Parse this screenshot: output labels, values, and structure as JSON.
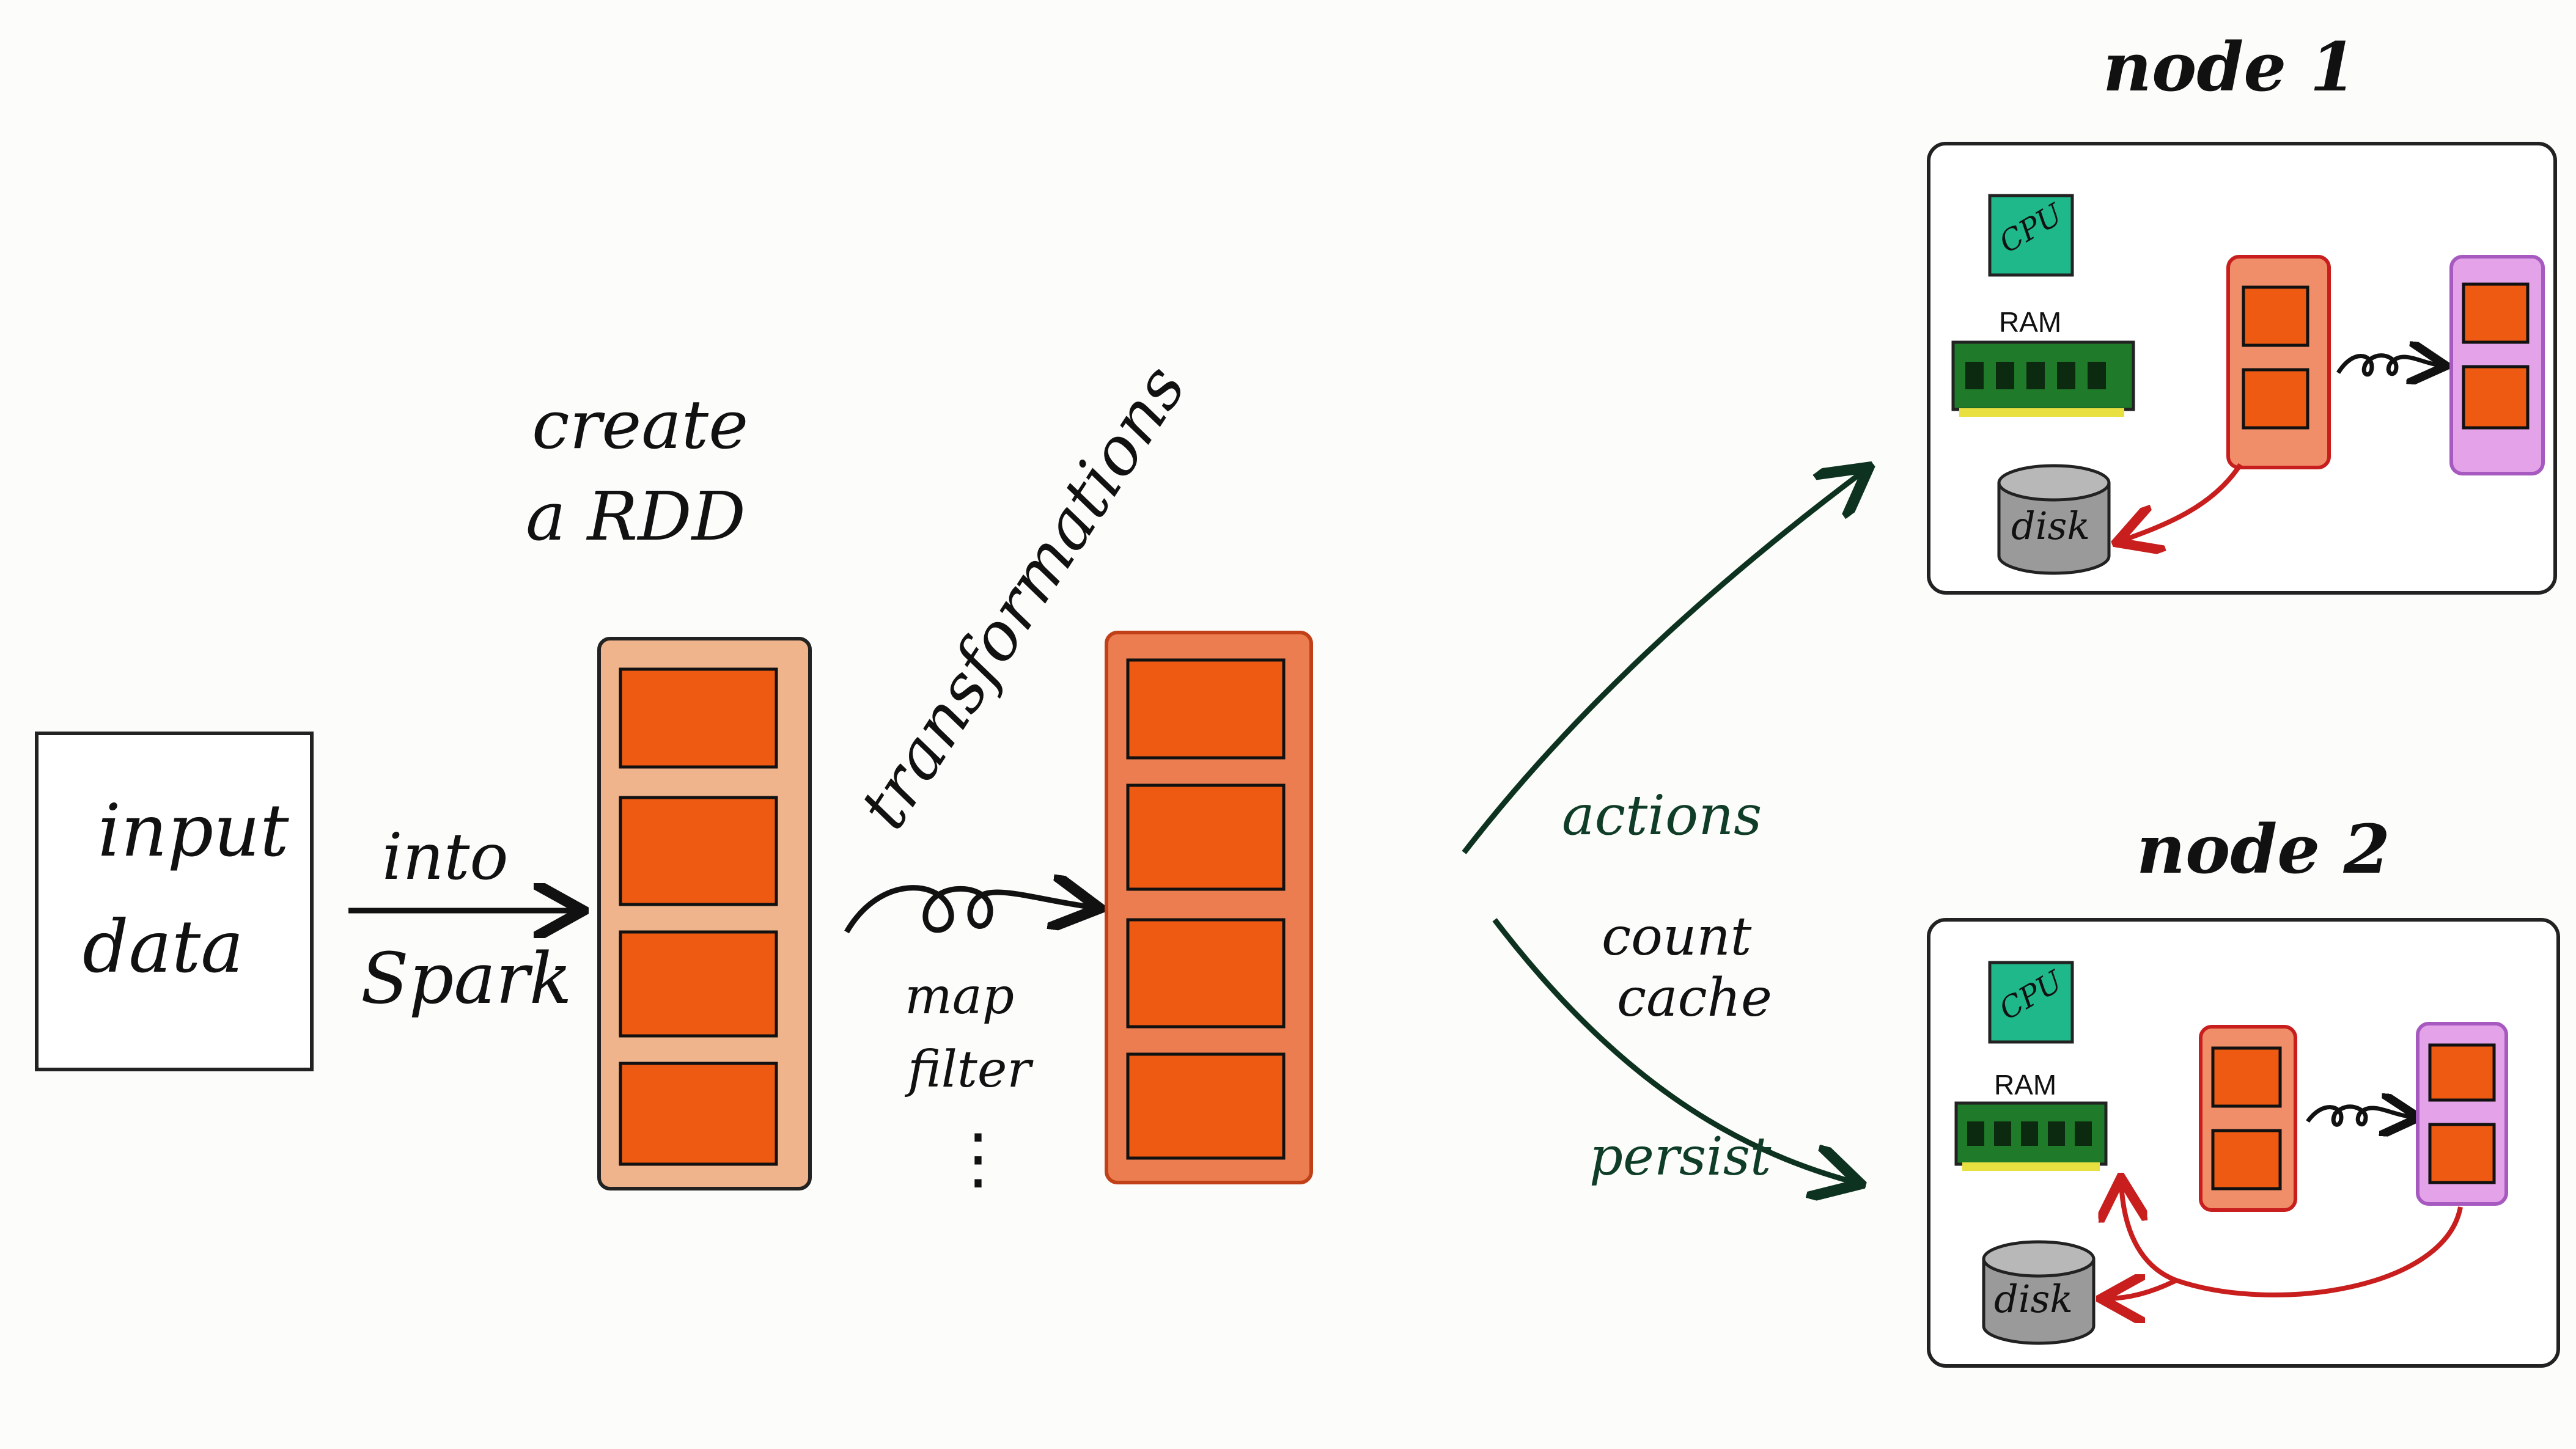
{
  "input_box": {
    "line1": "input",
    "line2": "data"
  },
  "into_label": {
    "line1": "into",
    "line2": "Spark"
  },
  "create_label": {
    "line1": "create",
    "line2": "a RDD"
  },
  "transformations_label": "transformations",
  "transform_ops": {
    "op1": "map",
    "op2": "filter",
    "ellipsis": "⋮"
  },
  "actions_label": "actions",
  "action_ops": {
    "op1": "count",
    "op2": "cache",
    "op3": "persist"
  },
  "nodes": [
    {
      "title": "node 1",
      "cpu": "CPU",
      "ram": "RAM",
      "disk": "disk"
    },
    {
      "title": "node 2",
      "cpu": "CPU",
      "ram": "RAM",
      "disk": "disk"
    }
  ],
  "colors": {
    "partition_fill": "#ef5a12",
    "partition_bg": "#f0b48c",
    "cpu_green": "#1fb88a",
    "ram_green": "#1f7a2a",
    "disk_gray": "#9a9a9a",
    "purple": "#e4a3e8",
    "red_arrow": "#c81e1e",
    "dark_green_arrow": "#0d3320"
  }
}
